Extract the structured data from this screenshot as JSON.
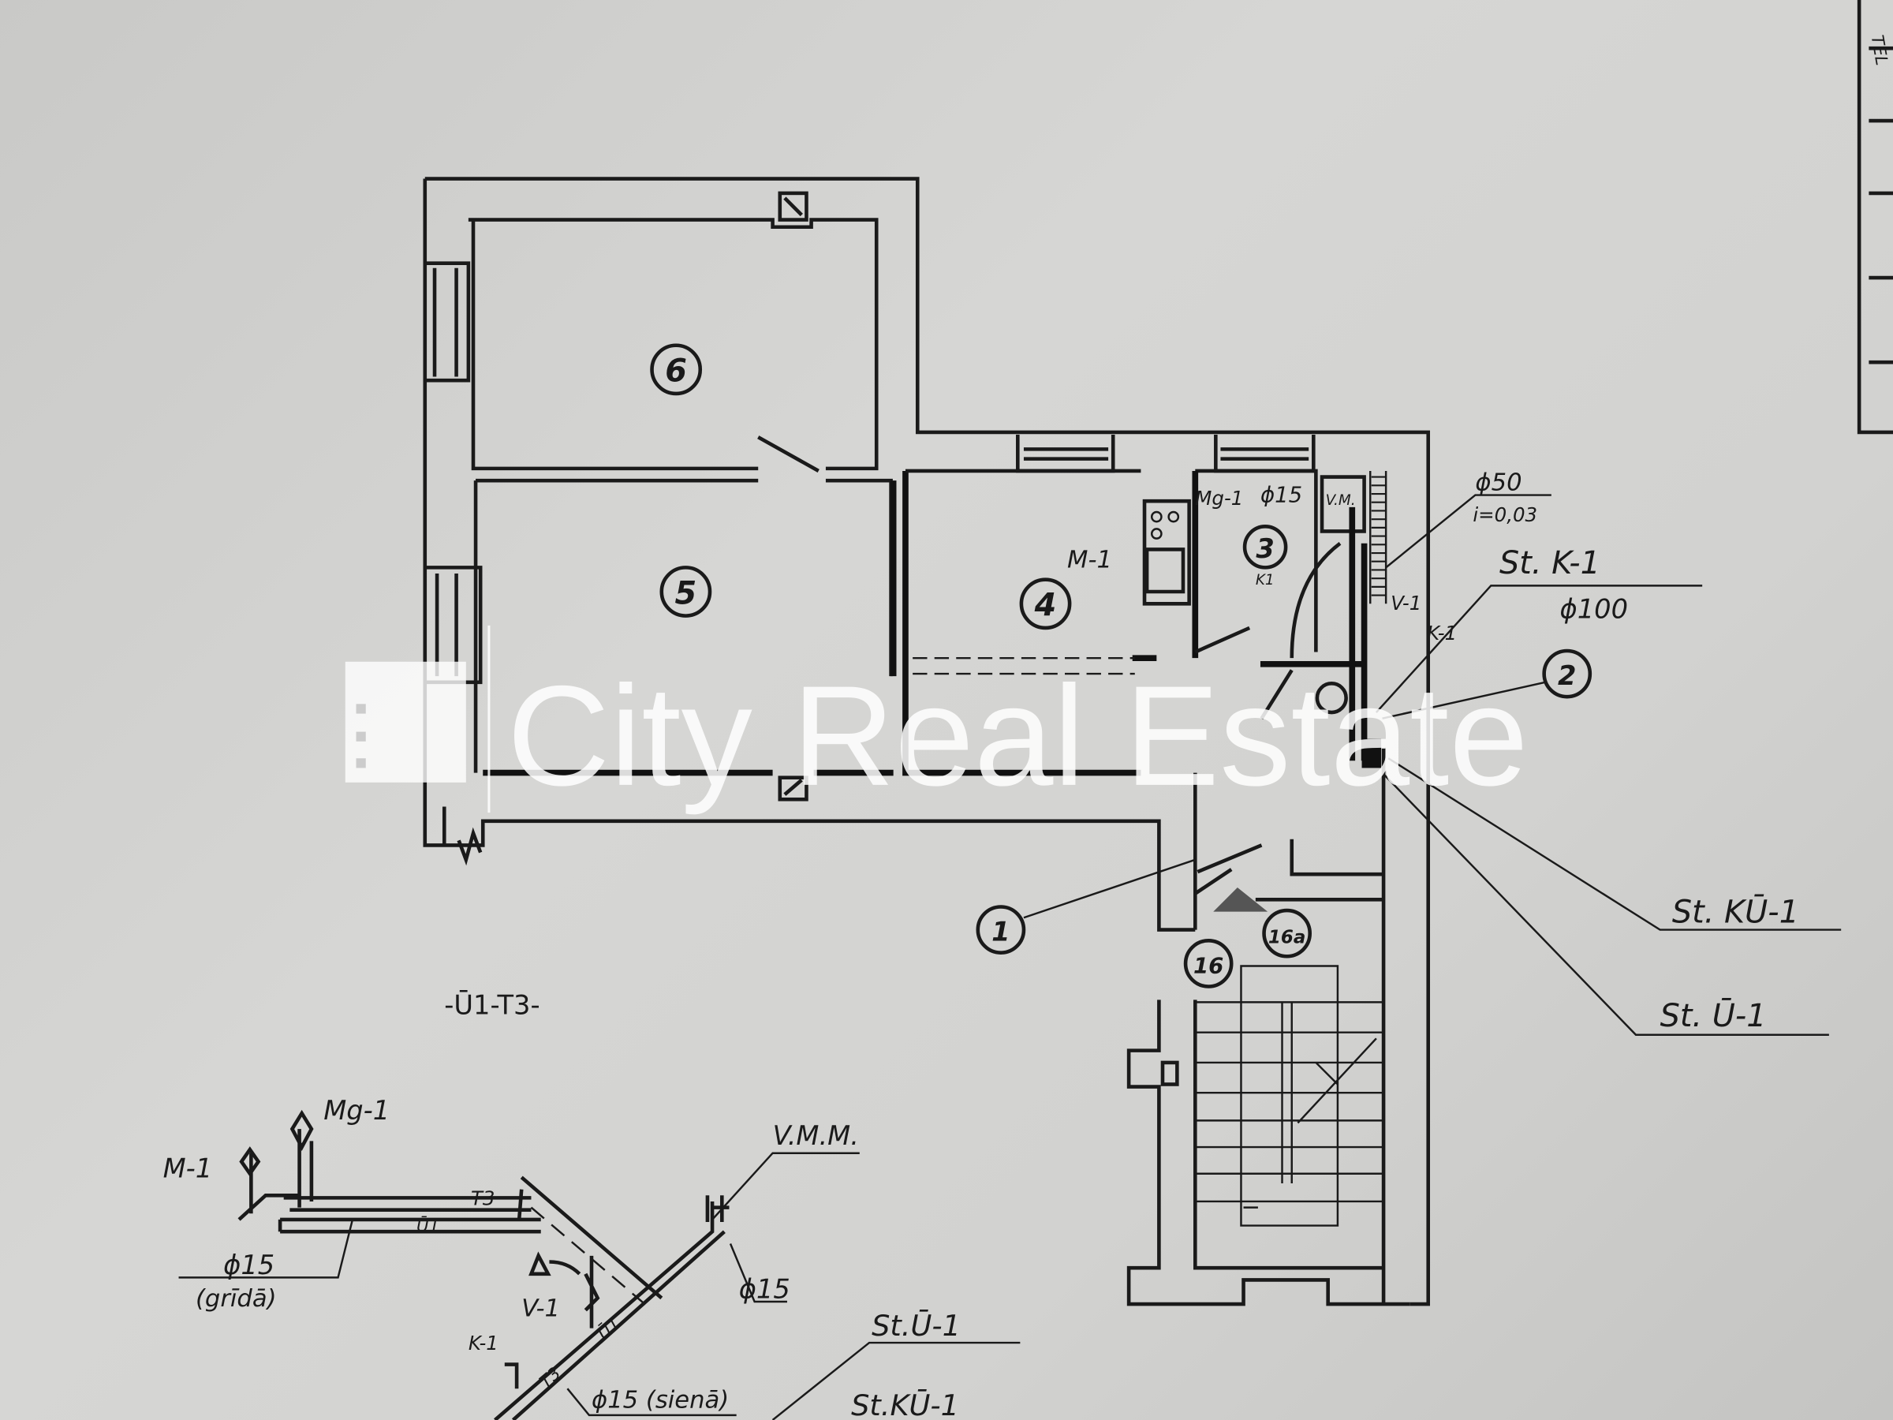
{
  "watermark": {
    "brand": "City Real Estate"
  },
  "rooms": [
    {
      "id": "6"
    },
    {
      "id": "5"
    },
    {
      "id": "4"
    },
    {
      "id": "3"
    },
    {
      "id": "2"
    },
    {
      "id": "1"
    },
    {
      "id": "16"
    },
    {
      "id": "16a"
    }
  ],
  "labels": {
    "m1_room": "M-1",
    "mg1_kitchen": "Mg-1",
    "phi15_kitchen": "ϕ15",
    "vm": "V.M.",
    "k1_small": "K1",
    "phi50": "ϕ50",
    "slope": "i=0,03",
    "st_k1": "St. K-1",
    "phi100": "ϕ100",
    "v1": "V-1",
    "k1": "K-1",
    "st_ku1": "St. KŪ-1",
    "st_u1": "St. Ū-1",
    "section": "-Ū1-T3-"
  },
  "axonometric": {
    "mg1": "Mg-1",
    "m1": "M-1",
    "t3": "T3",
    "u1": "Ū1",
    "phi15_floor": "ϕ15",
    "floor_note": "(grīdā)",
    "vmm": "V.M.M.",
    "phi15": "ϕ15",
    "v1": "V-1",
    "k1": "K-1",
    "t3_diag": "T3",
    "u1_diag": "Ū1",
    "phi15_wall": "ϕ15 (sienā)",
    "st_u1": "St.Ū-1",
    "st_ku1": "St.KŪ-1"
  },
  "corner_table": {
    "header": "TEL"
  }
}
